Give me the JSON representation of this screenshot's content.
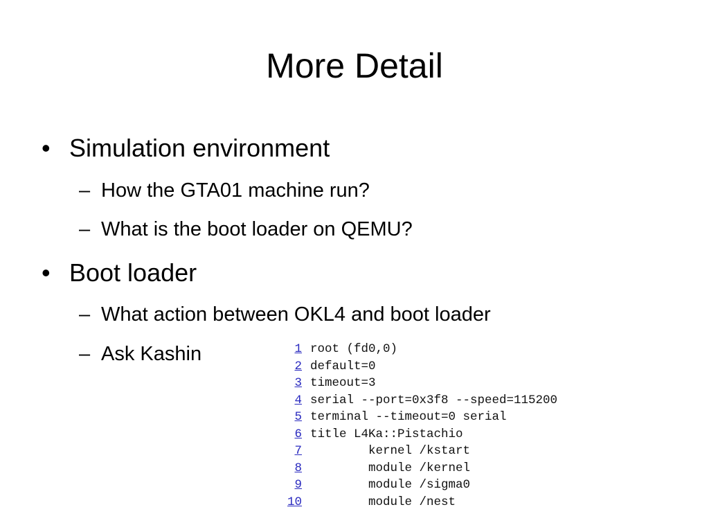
{
  "slide": {
    "title": "More Detail",
    "bullets": [
      {
        "label": "Simulation environment",
        "subitems": [
          "How the GTA01 machine run?",
          "What is the boot loader on QEMU?"
        ]
      },
      {
        "label": "Boot loader",
        "subitems": [
          "What action between OKL4 and boot loader",
          "Ask Kashin"
        ]
      }
    ],
    "bullet_symbol": "•",
    "sub_bullet_symbol": "–"
  },
  "code": {
    "lines": [
      {
        "num": "1",
        "text": "root (fd0,0)"
      },
      {
        "num": "2",
        "text": "default=0"
      },
      {
        "num": "3",
        "text": "timeout=3"
      },
      {
        "num": "4",
        "text": "serial --port=0x3f8 --speed=115200"
      },
      {
        "num": "5",
        "text": "terminal --timeout=0 serial"
      },
      {
        "num": "6",
        "text": "title L4Ka::Pistachio"
      },
      {
        "num": "7",
        "text": "        kernel /kstart"
      },
      {
        "num": "8",
        "text": "        module /kernel"
      },
      {
        "num": "9",
        "text": "        module /sigma0"
      },
      {
        "num": "10",
        "text": "        module /nest"
      }
    ],
    "number_color": "#2a2abf"
  }
}
